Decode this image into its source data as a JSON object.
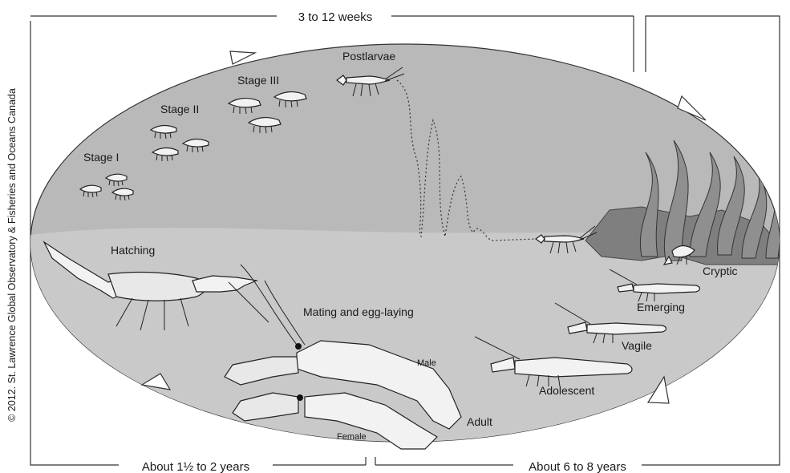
{
  "durations": {
    "top": "3 to 12 weeks",
    "bottom_left": "About 1½ to 2 years",
    "bottom_right": "About 6 to 8 years"
  },
  "stages": {
    "postlarvae": "Postlarvae",
    "stage_iii": "Stage III",
    "stage_ii": "Stage II",
    "stage_i": "Stage I",
    "cryptic": "Cryptic",
    "emerging": "Emerging",
    "vagile": "Vagile",
    "adolescent": "Adolescent",
    "adult": "Adult",
    "hatching": "Hatching",
    "mating": "Mating and egg-laying",
    "male": "Male",
    "female": "Female"
  },
  "credit": "© 2012. St. Lawrence Global Observatory & Fisheries and Oceans Canada",
  "colors": {
    "water": "#b9b9b9",
    "sea_floor": "#c9c9c9",
    "outline": "#333333"
  }
}
